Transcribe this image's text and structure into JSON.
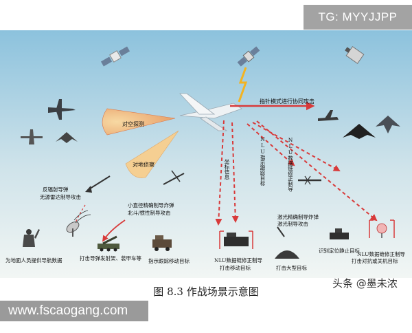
{
  "watermark": "TG: MYYJJPP",
  "figure_caption": "图 8.3  作战场景示意图",
  "credit": "头条 @墨未浓",
  "site_url": "www.fscaogang.com",
  "labels": {
    "air_detect": "对空探测",
    "ground_recon": "对地侦察",
    "pointing_attack": "指针模式进行协同攻击",
    "anti_radiation": [
      "反辐射导弹",
      "无源雷达制导攻击"
    ],
    "small_bomb": [
      "小直径精确制导炸弹",
      "北斗/惯性制导攻击"
    ],
    "laser_bomb": [
      "激光精确制导炸弹",
      "激光制导攻击"
    ],
    "nlu_track": [
      "NLU指示跟踪目标",
      "坐标信息"
    ],
    "nlu_datalink": [
      "NLU数据链修正制导"
    ],
    "target_sea": "打击大型目标",
    "ground_personnel": "为地面人员提供导航数据",
    "strike_launcher": "打击导弹发射架、装甲车等",
    "track_moving": "指示跟踪移动目标",
    "nlu_moving": [
      "NLU数据链修正制导",
      "打击移动目标"
    ],
    "identify_static": "识别定位静止目标",
    "nlu_antijam": [
      "NLU数据链修正制导",
      "打击对抗或关机目标"
    ]
  },
  "colors": {
    "sky_top": "#8cc2dd",
    "sky_bottom": "#f2f6f4",
    "beam": "#d83a3a",
    "cone": "#f3c27a"
  }
}
